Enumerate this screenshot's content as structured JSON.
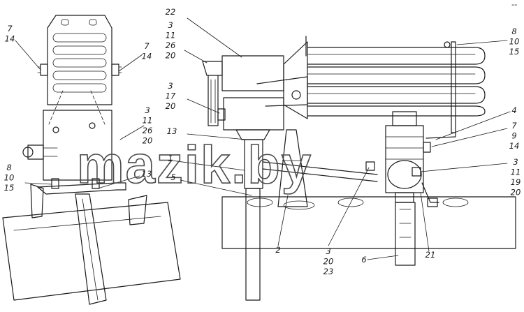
{
  "watermark": "mazik.by",
  "corner_mark": "--",
  "callouts": [
    {
      "id": "c-7-14-left",
      "lines": [
        "7",
        "14"
      ]
    },
    {
      "id": "c-7-14-left2",
      "lines": [
        "7",
        "14"
      ]
    },
    {
      "id": "c-3-11-26-20-left",
      "lines": [
        "3",
        "11",
        "26",
        "20"
      ]
    },
    {
      "id": "c-8-10-15-left",
      "lines": [
        "8",
        "10",
        "15"
      ]
    },
    {
      "id": "c-13-left",
      "lines": [
        "13"
      ]
    },
    {
      "id": "c-22",
      "lines": [
        "22"
      ]
    },
    {
      "id": "c-3-11-26-20-top",
      "lines": [
        "3",
        "11",
        "26",
        "20"
      ]
    },
    {
      "id": "c-3-17-20",
      "lines": [
        "3",
        "17",
        "20"
      ]
    },
    {
      "id": "c-13-mid",
      "lines": [
        "13"
      ]
    },
    {
      "id": "c-1",
      "lines": [
        "1"
      ]
    },
    {
      "id": "c-5",
      "lines": [
        "5"
      ]
    },
    {
      "id": "c-2",
      "lines": [
        "2"
      ]
    },
    {
      "id": "c-3-20-23",
      "lines": [
        "3",
        "20",
        "23"
      ]
    },
    {
      "id": "c-6",
      "lines": [
        "6"
      ]
    },
    {
      "id": "c-21",
      "lines": [
        "21"
      ]
    },
    {
      "id": "c-8-10-15-right",
      "lines": [
        "8",
        "10",
        "15"
      ]
    },
    {
      "id": "c-4",
      "lines": [
        "4"
      ]
    },
    {
      "id": "c-7-9-14",
      "lines": [
        "7",
        "9",
        "14"
      ]
    },
    {
      "id": "c-3-11-19-20",
      "lines": [
        "3",
        "11",
        "19",
        "20"
      ]
    }
  ]
}
